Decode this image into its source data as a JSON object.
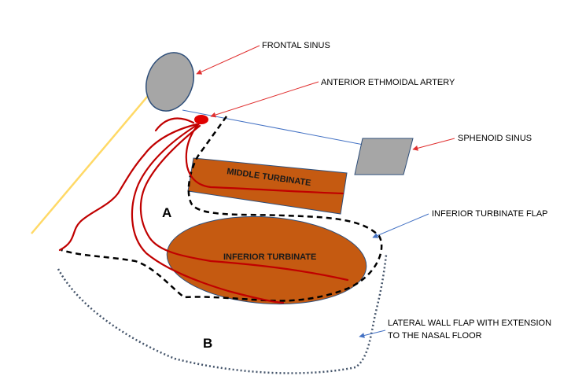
{
  "labels": {
    "frontal_sinus": "FRONTAL SINUS",
    "anterior_ethmoidal_artery": "ANTERIOR ETHMOIDAL ARTERY",
    "sphenoid_sinus": "SPHENOID SINUS",
    "middle_turbinate": "MIDDLE TURBINATE",
    "inferior_turbinate": "INFERIOR TURBINATE",
    "inferior_turbinate_flap": "INFERIOR TURBINATE FLAP",
    "lateral_wall_flap_line1": "LATERAL WALL FLAP WITH EXTENSION",
    "lateral_wall_flap_line2": "TO THE NASAL FLOOR",
    "marker_a": "A",
    "marker_b": "B"
  },
  "colors": {
    "sinus_fill": "#a6a6a6",
    "sinus_stroke": "#2f4f7a",
    "turbinate_fill": "#c55a11",
    "artery": "#c00000",
    "callout_red": "#e03030",
    "callout_blue": "#4472c4",
    "guide_line": "#ffd966",
    "flap_outline": "#000000",
    "lateral_flap_outline": "#44546a"
  }
}
